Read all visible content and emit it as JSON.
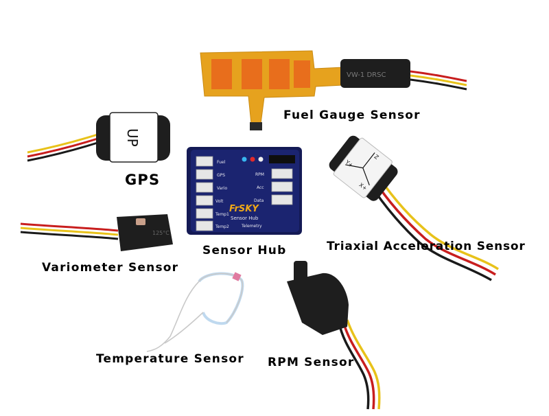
{
  "labels": {
    "fuel": "Fuel Gauge Sensor",
    "gps": "GPS",
    "hub": "Sensor Hub",
    "accel": "Triaxial Acceleration Sensor",
    "vario": "Variometer Sensor",
    "temp": "Temperature Sensor",
    "rpm": "RPM Sensor"
  },
  "hub": {
    "brand": "FrSKY",
    "subtitle": "Sensor Hub",
    "telemetry": "Telemetry",
    "ports_left": [
      "Fuel",
      "GPS",
      "Vario",
      "Volt",
      "Temp1",
      "Temp2"
    ],
    "ports_right": [
      "RPM",
      "Acc",
      "Data"
    ]
  },
  "gps_sticker": "UP",
  "fuel_sensor_print": "VW-1 DRSC",
  "accel_axes": [
    "Y+",
    "X+",
    "Z"
  ],
  "vario_print": "125°C",
  "colors": {
    "hub_body": "#1b2470",
    "flex_pcb": "#e5a521",
    "wire_red": "#c81e1e",
    "wire_yellow": "#e8c21a",
    "wire_black": "#1a1a1a"
  }
}
